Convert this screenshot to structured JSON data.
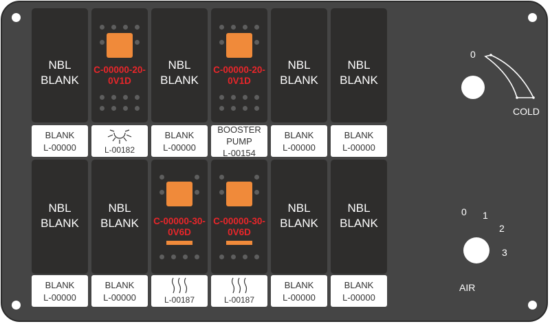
{
  "switches": {
    "nbl_line1": "NBL",
    "nbl_line2": "BLANK",
    "top_code_line1": "C-00000-20-",
    "top_code_line2": "0V1D",
    "bottom_code_line1": "C-00000-30-",
    "bottom_code_line2": "0V6D"
  },
  "labels": {
    "blank": "BLANK",
    "blank_code": "L-00000",
    "light_code": "L-00182",
    "booster_line1": "BOOSTER",
    "booster_line2": "PUMP",
    "booster_code": "L-00154",
    "heat_code": "L-00187"
  },
  "temp_knob": {
    "zero": "0",
    "cold": "COLD"
  },
  "air_knob": {
    "pos0": "0",
    "pos1": "1",
    "pos2": "2",
    "pos3": "3",
    "label": "AIR"
  },
  "colors": {
    "panel": "#454545",
    "switch_body": "#2e2d2c",
    "indicator_orange": "#f08a3a",
    "code_red": "#e8262a"
  },
  "icons": [
    "sun-icon",
    "heat-waves-icon"
  ]
}
